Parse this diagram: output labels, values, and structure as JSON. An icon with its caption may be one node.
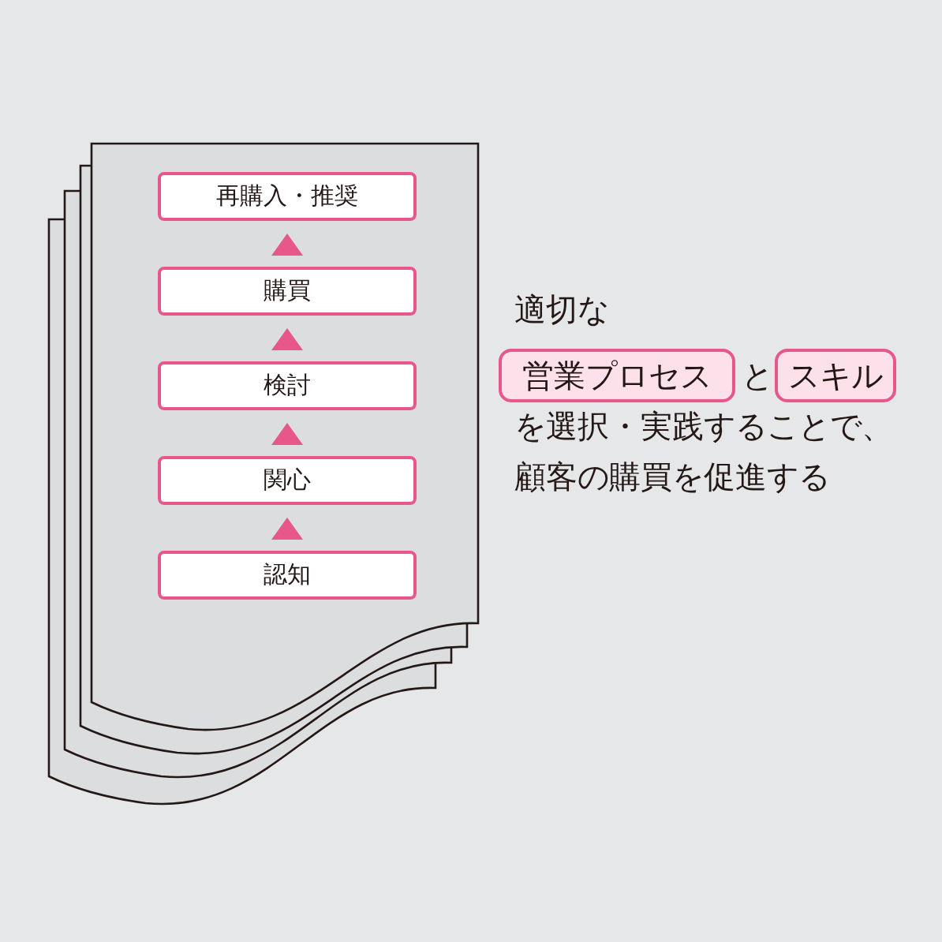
{
  "diagram": {
    "nodes": [
      {
        "text": [
          "再購入・推奨"
        ]
      },
      {
        "text": [
          "購買"
        ]
      },
      {
        "text": [
          "検討"
        ]
      },
      {
        "text": [
          "関心"
        ]
      },
      {
        "text": [
          "認知"
        ]
      },
      {
        "text": [
          "営業プロセス"
        ]
      },
      {
        "text": [
          "スキル"
        ]
      }
    ],
    "edges": [
      {
        "from": 4,
        "to": 3,
        "arrow": "to"
      },
      {
        "from": 3,
        "to": 2,
        "arrow": "to"
      },
      {
        "from": 2,
        "to": 1,
        "arrow": "to"
      },
      {
        "from": 1,
        "to": 0,
        "arrow": "to"
      }
    ],
    "labels": [
      "適切な",
      "と",
      "を選択・実践することで、顧客の購買を促進する"
    ]
  }
}
